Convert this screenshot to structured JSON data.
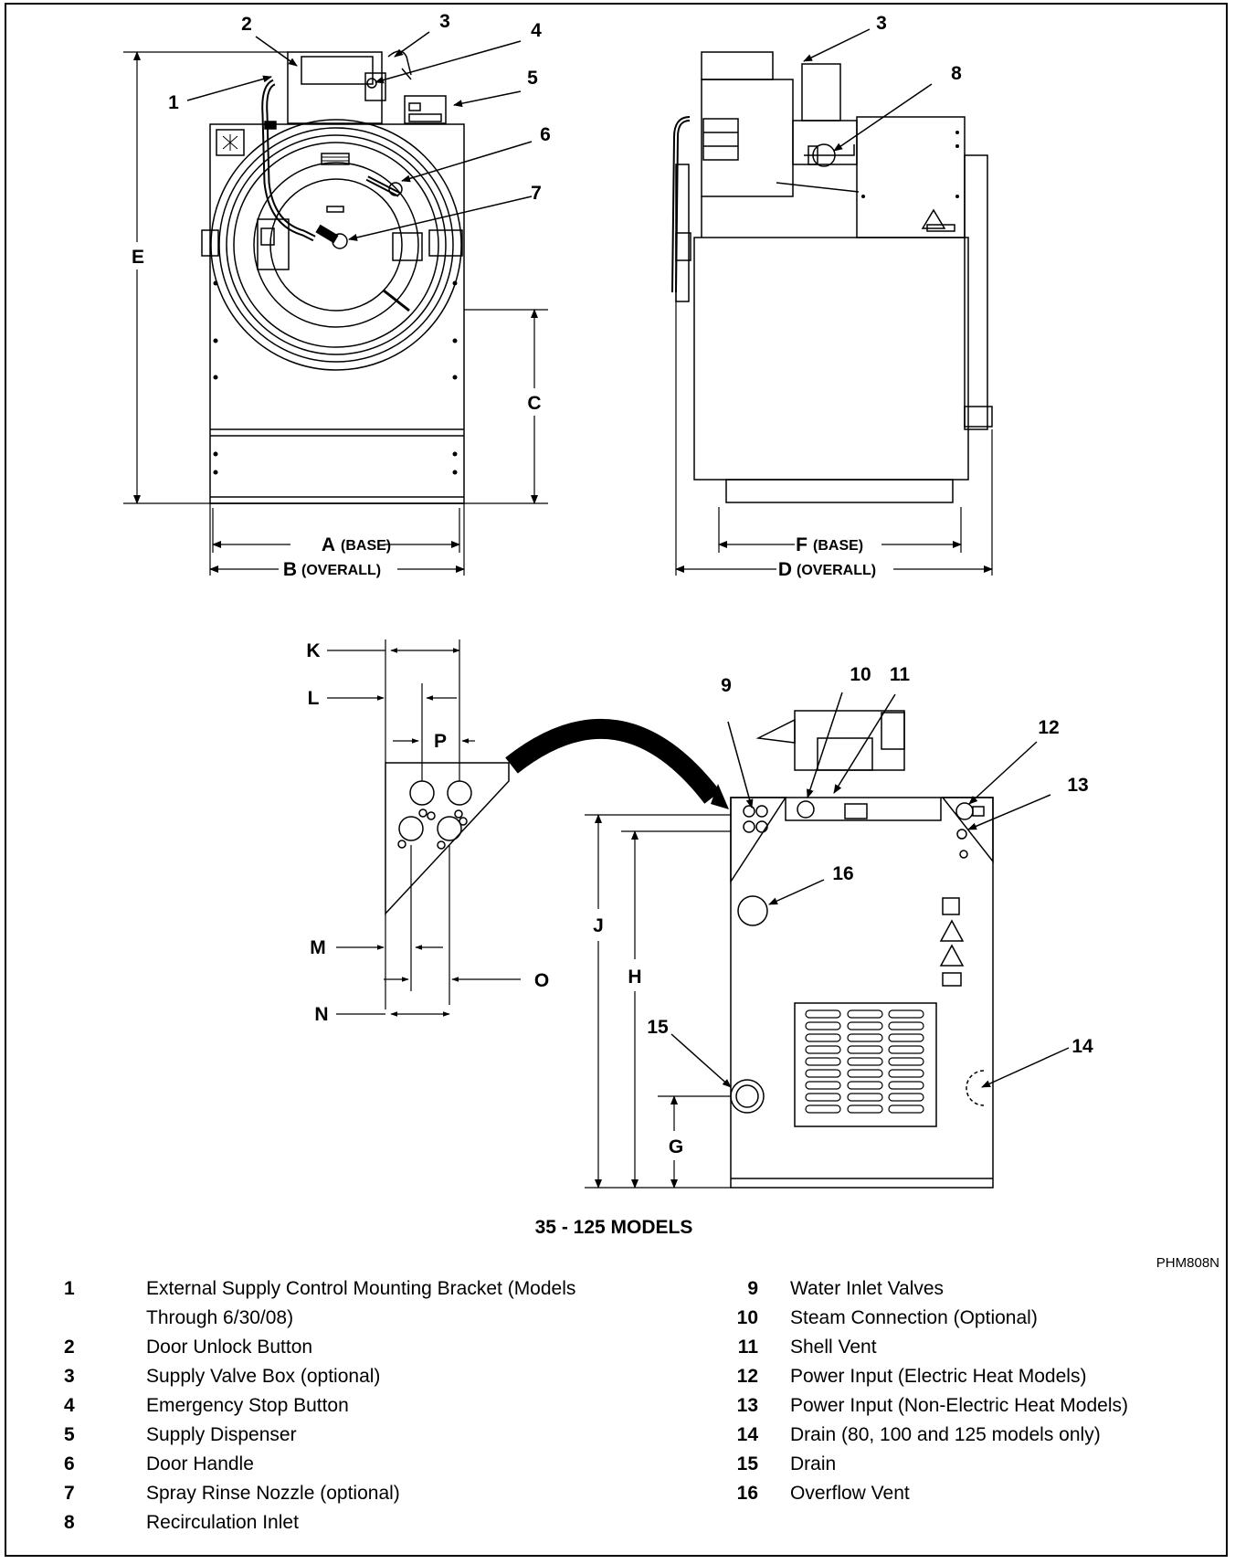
{
  "callouts": {
    "c1": "1",
    "c2": "2",
    "c3a": "3",
    "c3b": "3",
    "c4": "4",
    "c5": "5",
    "c6": "6",
    "c7": "7",
    "c8": "8",
    "c9": "9",
    "c10": "10",
    "c11": "11",
    "c12": "12",
    "c13": "13",
    "c14": "14",
    "c15": "15",
    "c16": "16"
  },
  "dimensions": {
    "A": "A",
    "A_sub": "(BASE)",
    "B": "B",
    "B_sub": "(OVERALL)",
    "C": "C",
    "D": "D",
    "D_sub": "(OVERALL)",
    "E": "E",
    "F": "F",
    "F_sub": "(BASE)",
    "G": "G",
    "H": "H",
    "J": "J",
    "K": "K",
    "L": "L",
    "M": "M",
    "N": "N",
    "O": "O",
    "P": "P"
  },
  "figure": {
    "title": "35 - 125 MODELS",
    "code": "PHM808N"
  },
  "legend": {
    "left": [
      {
        "num": "1",
        "text": "External Supply Control Mounting Bracket (Models Through 6/30/08)"
      },
      {
        "num": "2",
        "text": "Door Unlock Button"
      },
      {
        "num": "3",
        "text": "Supply Valve Box (optional)"
      },
      {
        "num": "4",
        "text": "Emergency Stop Button"
      },
      {
        "num": "5",
        "text": "Supply Dispenser"
      },
      {
        "num": "6",
        "text": "Door Handle"
      },
      {
        "num": "7",
        "text": "Spray Rinse Nozzle (optional)"
      },
      {
        "num": "8",
        "text": "Recirculation Inlet"
      }
    ],
    "right": [
      {
        "num": "9",
        "text": "Water Inlet Valves"
      },
      {
        "num": "10",
        "text": "Steam Connection (Optional)"
      },
      {
        "num": "11",
        "text": "Shell Vent"
      },
      {
        "num": "12",
        "text": "Power Input (Electric Heat Models)"
      },
      {
        "num": "13",
        "text": "Power Input (Non-Electric Heat Models)"
      },
      {
        "num": "14",
        "text": "Drain (80, 100 and 125 models only)"
      },
      {
        "num": "15",
        "text": "Drain"
      },
      {
        "num": "16",
        "text": "Overflow Vent"
      }
    ]
  }
}
